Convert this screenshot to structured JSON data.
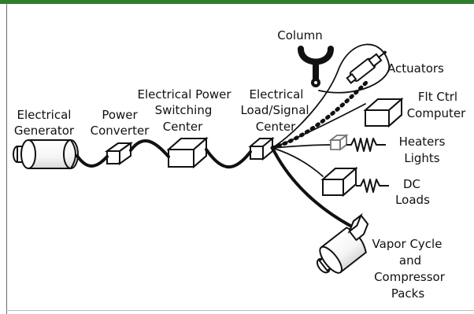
{
  "colors": {
    "top_bar": "#2f7d2f",
    "ink": "#111111"
  },
  "labels": {
    "column": "Column",
    "actuators": "Actuators",
    "flt_ctrl_1": "Flt Ctrl",
    "flt_ctrl_2": "Computer",
    "electrical_generator_1": "Electrical",
    "electrical_generator_2": "Generator",
    "power_converter_1": "Power",
    "power_converter_2": "Converter",
    "power_switching_1": "Electrical Power",
    "power_switching_2": "Switching",
    "power_switching_3": "Center",
    "load_signal_1": "Electrical",
    "load_signal_2": "Load/Signal",
    "load_signal_3": "Center",
    "heaters_1": "Heaters",
    "heaters_2": "Lights",
    "dc_1": "DC",
    "dc_2": "Loads",
    "vapor_1": "Vapor Cycle",
    "vapor_2": "and",
    "vapor_3": "Compressor",
    "vapor_4": "Packs"
  }
}
